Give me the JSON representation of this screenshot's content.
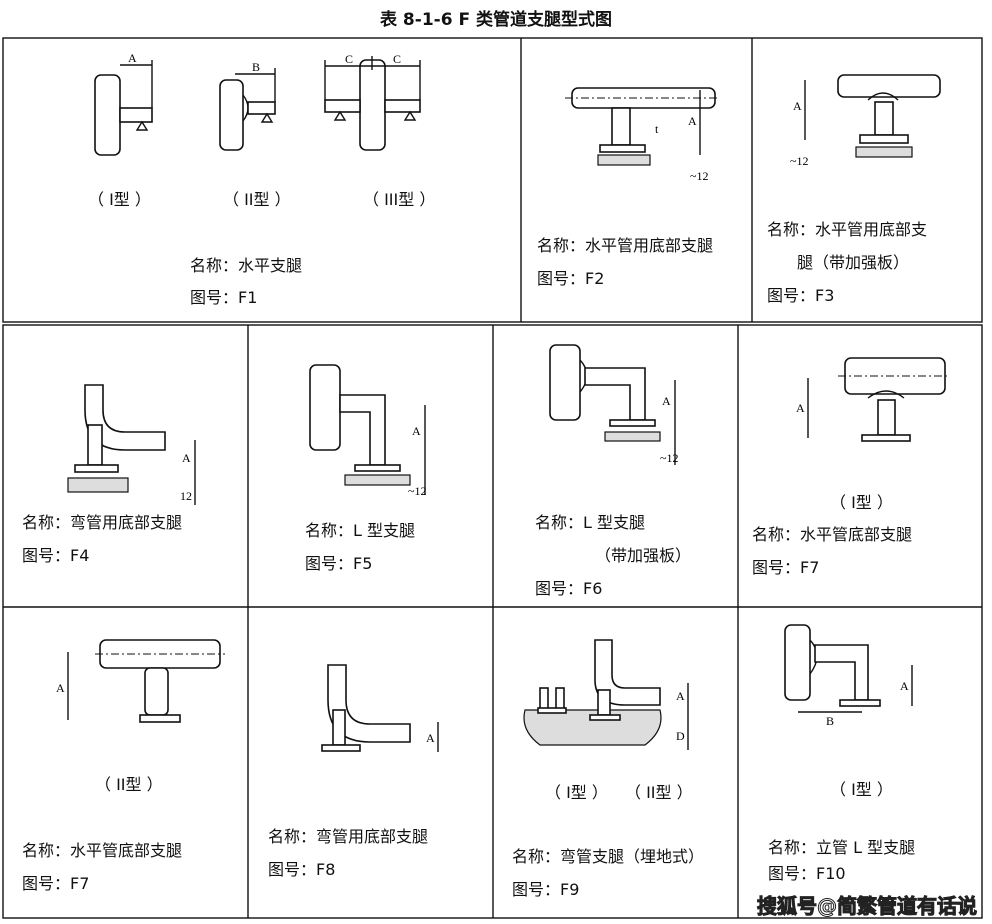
{
  "title": "表 8-1-6   F 类管道支腿型式图",
  "cells": {
    "f1": {
      "types": [
        "（ I型 ）",
        "（ II型 ）",
        "（ III型 ）"
      ],
      "name": "名称：水平支腿",
      "code": "图号：F1",
      "dims": [
        "A",
        "B",
        "C",
        "C"
      ]
    },
    "f2": {
      "name": "名称：水平管用底部支腿",
      "code": "图号：F2",
      "dims": [
        "A",
        "t",
        "~12"
      ]
    },
    "f3": {
      "name": "名称：水平管用底部支",
      "name_cont": "腿（带加强板）",
      "code": "图号：F3",
      "dims": [
        "A",
        "~12"
      ]
    },
    "f4": {
      "name": "名称：弯管用底部支腿",
      "code": "图号：F4",
      "dims": [
        "A",
        "12"
      ]
    },
    "f5": {
      "name": "名称：L 型支腿",
      "code": "图号：F5",
      "dims": [
        "A",
        "~12"
      ]
    },
    "f6": {
      "name": "名称：L 型支腿",
      "name_cont": "（带加强板）",
      "code": "图号：F6",
      "dims": [
        "A",
        "~12"
      ]
    },
    "f7a": {
      "type": "（ I型 ）",
      "name": "名称：水平管底部支腿",
      "code": "图号：F7",
      "dims": [
        "A"
      ]
    },
    "f7b": {
      "type": "（ II型 ）",
      "name": "名称：水平管底部支腿",
      "code": "图号：F7",
      "dims": [
        "A"
      ]
    },
    "f8": {
      "name": "名称：弯管用底部支腿",
      "code": "图号：F8",
      "dims": [
        "A"
      ]
    },
    "f9": {
      "types": [
        "（ I型 ）",
        "（ II型 ）"
      ],
      "name": "名称：弯管支腿（埋地式）",
      "code": "图号：F9",
      "dims": [
        "A",
        "D"
      ]
    },
    "f10": {
      "type": "（ I型 ）",
      "name": "名称：立管 L 型支腿",
      "code": "图号：F10",
      "dims": [
        "A",
        "B"
      ]
    }
  },
  "watermark": "搜狐号@简繁管道有话说"
}
